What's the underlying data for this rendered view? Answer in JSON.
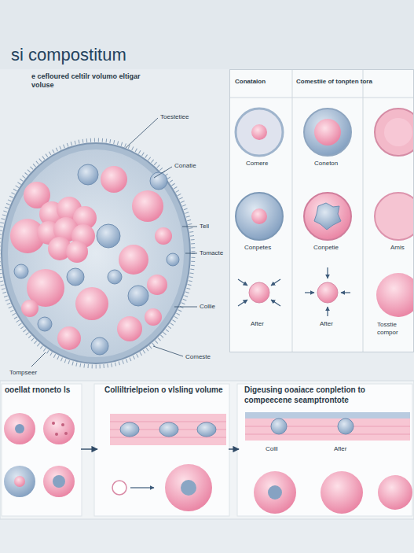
{
  "diagram": {
    "title": "si compostitum",
    "nodes": [
      {
        "text": [
          "Conatalon",
          "Comestiie of tonpten tora"
        ]
      },
      {
        "text": [
          "ooellat rnoneto ls"
        ]
      },
      {
        "text": [
          "Colliltrielpeion o vlsling volume"
        ]
      },
      {
        "text": [
          "Digeusing ooaiace conpletion to compeecene seamptrontote"
        ]
      }
    ],
    "edges": [
      {
        "from": 1,
        "to": 2,
        "arrow": "to"
      },
      {
        "from": 2,
        "to": 3,
        "arrow": "to"
      }
    ],
    "labels": [
      "e cefloured celtilr volumo eltigar voluse",
      "Toestetiee",
      "Conatie",
      "Tell",
      "Tomacte",
      "Collie",
      "Comeste",
      "Tompseer",
      "Comere",
      "Coneton",
      "Conpetes",
      "Conpetie",
      "Amis",
      "After",
      "After",
      "Tosstie compor",
      "Colll",
      "Afler"
    ]
  }
}
